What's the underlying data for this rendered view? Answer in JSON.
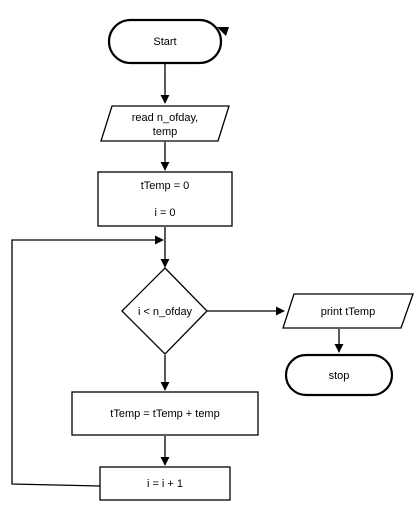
{
  "nodes": {
    "start": {
      "label": "Start",
      "kind": "terminator"
    },
    "read_input": {
      "line1": "read n_ofday,",
      "line2": "temp",
      "kind": "io"
    },
    "init": {
      "line1": "tTemp = 0",
      "line2": "i = 0",
      "kind": "process"
    },
    "decision": {
      "label": "i < n_ofday",
      "kind": "decision"
    },
    "accumulate": {
      "label": "tTemp = tTemp + temp",
      "kind": "process"
    },
    "increment": {
      "label": "i = i + 1",
      "kind": "process"
    },
    "print": {
      "label": "print tTemp",
      "kind": "io"
    },
    "stop": {
      "label": "stop",
      "kind": "terminator"
    }
  },
  "edges": [
    {
      "from": "start",
      "to": "read_input"
    },
    {
      "from": "read_input",
      "to": "init"
    },
    {
      "from": "init",
      "to": "decision"
    },
    {
      "from": "decision",
      "to": "accumulate"
    },
    {
      "from": "accumulate",
      "to": "increment"
    },
    {
      "from": "increment",
      "to": "decision",
      "kind": "loop-back"
    },
    {
      "from": "decision",
      "to": "print"
    },
    {
      "from": "print",
      "to": "stop"
    }
  ]
}
